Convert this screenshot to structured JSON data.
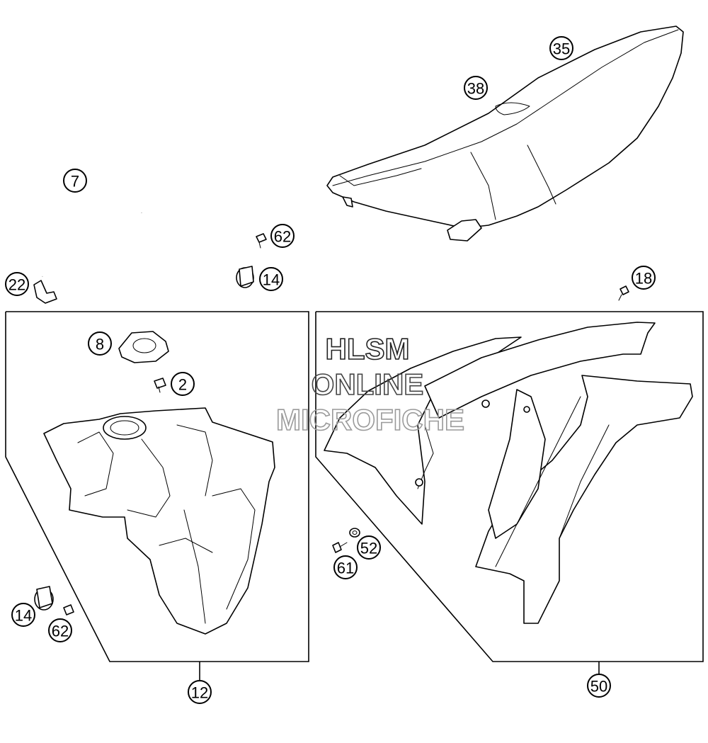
{
  "watermark": {
    "line1": "HLSM",
    "line2": "ONLINE",
    "line3": "MICROFICHE"
  },
  "callouts": {
    "c35": "35",
    "c38": "38",
    "c7": "7",
    "c62_top": "62",
    "c14_top": "14",
    "c22": "22",
    "c18": "18",
    "c8": "8",
    "c2": "2",
    "c14_bottom": "14",
    "c62_bottom": "62",
    "c12": "12",
    "c52": "52",
    "c61": "61",
    "c50": "50"
  }
}
